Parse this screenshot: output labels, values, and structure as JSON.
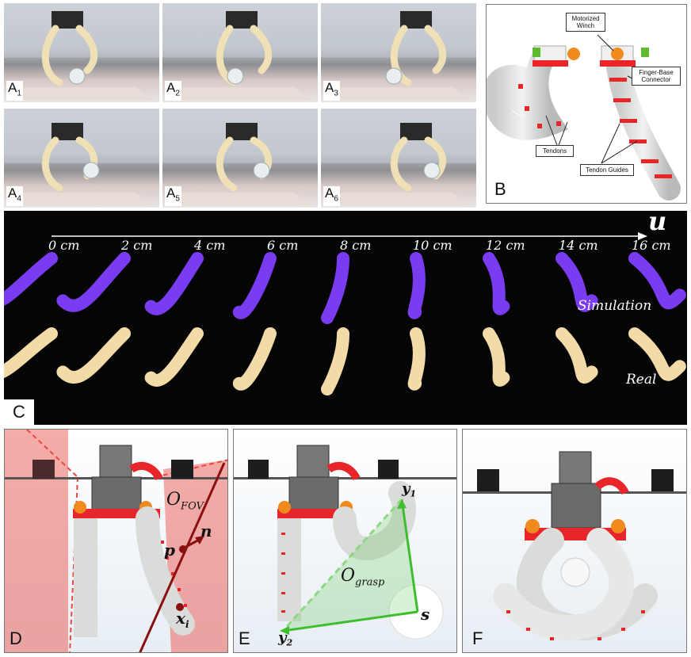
{
  "panels": {
    "A": {
      "frames": [
        {
          "letter": "A",
          "sub": "1"
        },
        {
          "letter": "A",
          "sub": "2"
        },
        {
          "letter": "A",
          "sub": "3"
        },
        {
          "letter": "A",
          "sub": "4"
        },
        {
          "letter": "A",
          "sub": "5"
        },
        {
          "letter": "A",
          "sub": "6"
        }
      ]
    },
    "B": {
      "label": "B",
      "callouts": {
        "winch": "Motorized Winch",
        "connector": "Finger-Base Connector",
        "tendons": "Tendons",
        "guides": "Tendon Guides"
      }
    },
    "C": {
      "label": "C",
      "axis_symbol": "u",
      "ticks": [
        "0 cm",
        "2 cm",
        "4 cm",
        "6 cm",
        "8 cm",
        "10 cm",
        "12 cm",
        "14 cm",
        "16 cm"
      ],
      "row_sim": "Simulation",
      "row_real": "Real",
      "colors": {
        "sim": "#7a3cf0",
        "real": "#f3dba8",
        "background": "#050505"
      }
    },
    "D": {
      "label": "D",
      "fov_label": "O",
      "fov_sub": "FOV",
      "n_label": "n",
      "p_label": "p",
      "x_label": "x",
      "x_sub": "i"
    },
    "E": {
      "label": "E",
      "grasp_label": "O",
      "grasp_sub": "grasp",
      "y1_label": "y",
      "y1_sub": "1",
      "y2_label": "y",
      "y2_sub": "2",
      "s_label": "s"
    },
    "F": {
      "label": "F"
    }
  },
  "colors": {
    "accent_red": "#e8262a",
    "fov_red": "#e9483f",
    "grasp_green": "#3ebd2f",
    "finger_gray": "#d9dcd9"
  }
}
